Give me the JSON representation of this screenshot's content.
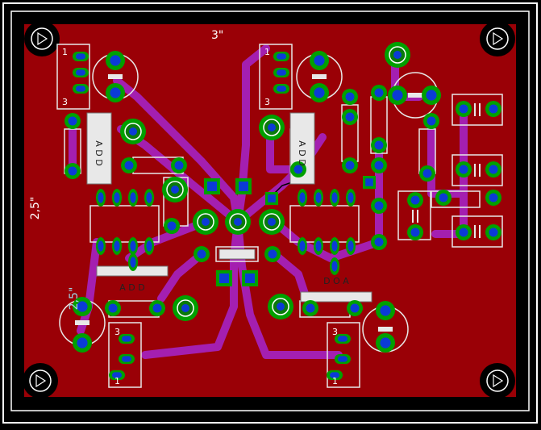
{
  "labels": {
    "top_dim": "3\"",
    "left_dim": "2,5\"",
    "small_dim": "2,5\""
  },
  "connector_pins": {
    "one": "1",
    "three": "3"
  },
  "ic_labels": {
    "left_upper": "A D D",
    "left_lower": "A D D",
    "right_upper": "A D D",
    "right_lower": "D O A"
  },
  "colors": {
    "copper": "#9a0006",
    "board_edge": "#ffffff",
    "trace": "#a41fb0",
    "pad_ring": "#00a000",
    "pad_hole": "#0b3bd6",
    "silk": "#e8e8e8",
    "dim_text": "#9fd7e8"
  }
}
